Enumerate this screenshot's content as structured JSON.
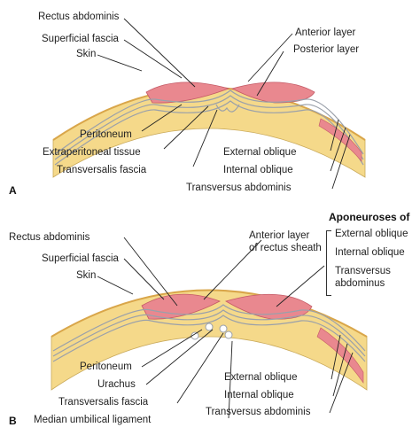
{
  "panels": {
    "a": "A",
    "b": "B"
  },
  "panel_a": {
    "rectus_abdominis": "Rectus abdominis",
    "superficial_fascia": "Superficial fascia",
    "skin": "Skin",
    "anterior_layer": "Anterior layer",
    "posterior_layer": "Posterior layer",
    "peritoneum": "Peritoneum",
    "extraperitoneal_tissue": "Extraperitoneal tissue",
    "transversalis_fascia": "Transversalis fascia",
    "external_oblique": "External oblique",
    "internal_oblique": "Internal oblique",
    "transversus_abdominis": "Transversus abdominis"
  },
  "panel_b": {
    "rectus_abdominis": "Rectus abdominis",
    "superficial_fascia": "Superficial fascia",
    "skin": "Skin",
    "anterior_layer_line1": "Anterior layer",
    "anterior_layer_line2": "of rectus sheath",
    "aponeuroses_heading": "Aponeuroses of",
    "apo_external_oblique": "External oblique",
    "apo_internal_oblique": "Internal oblique",
    "apo_transversus_line1": "Transversus",
    "apo_transversus_line2": "abdominus",
    "peritoneum": "Peritoneum",
    "urachus": "Urachus",
    "transversalis_fascia": "Transversalis fascia",
    "median_umbilical_ligament": "Median umbilical ligament",
    "external_oblique": "External oblique",
    "internal_oblique": "Internal oblique",
    "transversus_abdominis": "Transversus abdominis"
  },
  "colors": {
    "fat": "#f5d98a",
    "muscle": "#e9888f",
    "sheath": "#b8bcc6",
    "line": "#222222"
  }
}
